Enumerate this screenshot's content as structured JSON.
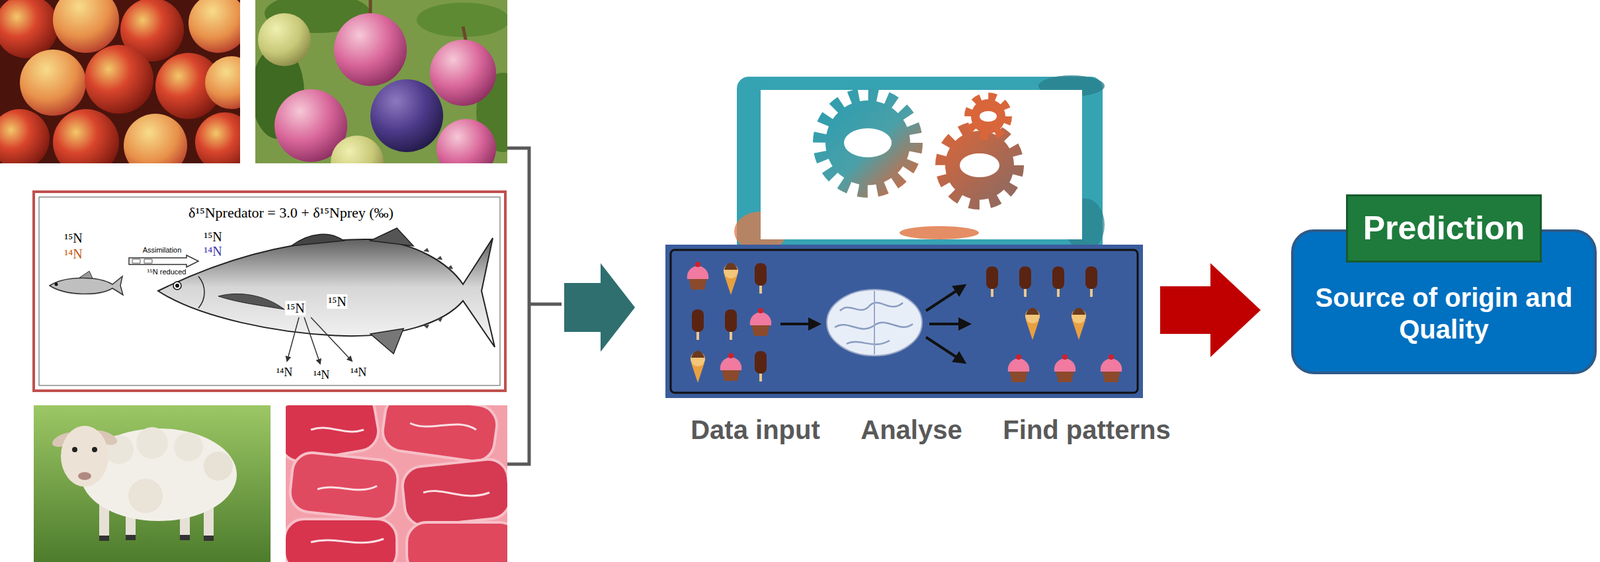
{
  "diagram": {
    "nodes": [
      {
        "text": [
          "Source of origin and Quality"
        ]
      },
      {
        "text": [
          "Prediction"
        ],
        "in": 0
      }
    ],
    "labels": [
      "δ¹⁵Npredator = 3.0 + δ¹⁵Nprey (‰)",
      "¹⁵N",
      "¹⁴N",
      "Assimilation",
      "¹⁵N reduced",
      "¹⁵N",
      "¹⁴N",
      "¹⁵N",
      "¹⁵N",
      "¹⁴N",
      "¹⁴N",
      "¹⁴N",
      "Data input",
      "Analyse",
      "Find patterns"
    ]
  }
}
